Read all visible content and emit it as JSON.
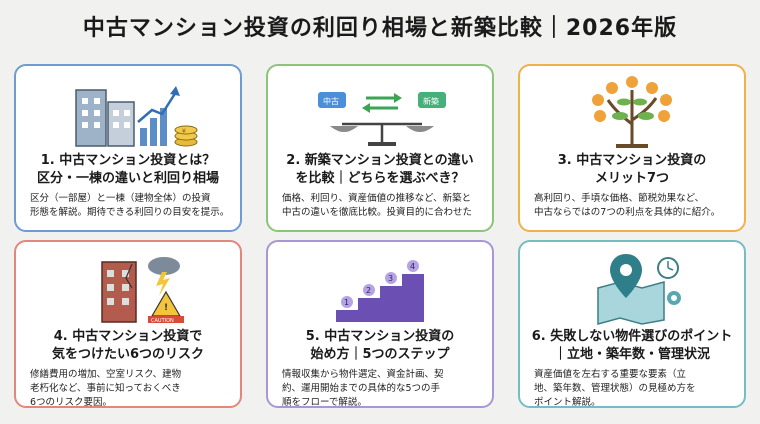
{
  "page": {
    "title": "中古マンション投資の利回り相場と新築比較｜2026年版"
  },
  "cards": [
    {
      "title_line1": "1. 中古マンション投資とは？",
      "title_line2": "区分・一棟の違いと利回り相場",
      "desc_line1": "区分（一部屋）と一棟（建物全体）の投資",
      "desc_line2": "形態を解説。期待できる利回りの目安を提示。",
      "accent": "#6e9bd1"
    },
    {
      "title_line1": "2. 新築マンション投資との違い",
      "title_line2": "を比較｜どちらを選ぶべき？",
      "desc_line1": "価格、利回り、資産価値の推移など、新築と",
      "desc_line2": "中古の違いを徹底比較。投資目的に合わせた",
      "tag_left": "中古",
      "tag_right": "新築",
      "accent": "#8cc57a"
    },
    {
      "title_line1": "3. 中古マンション投資の",
      "title_line2": "メリット7つ",
      "desc_line1": "高利回り、手頃な価格、節税効果など、",
      "desc_line2": "中古ならではの7つの利点を具体的に紹介。",
      "accent": "#f0b04a"
    },
    {
      "title_line1": "4. 中古マンション投資で",
      "title_line2": "気をつけたい6つのリスク",
      "desc_line1": "修繕費用の増加、空室リスク、建物",
      "desc_line2": "老朽化など、事前に知っておくべき",
      "desc_line3": "6つのリスク要因。",
      "sign": "CAUTION",
      "accent": "#e3867b"
    },
    {
      "title_line1": "5. 中古マンション投資の",
      "title_line2": "始め方｜5つのステップ",
      "desc_line1": "情報収集から物件選定、資金計画、契",
      "desc_line2": "約、運用開始までの具体的な5つの手",
      "desc_line3": "順をフローで解説。",
      "steps": [
        "1",
        "2",
        "3",
        "4"
      ],
      "accent": "#a896d6"
    },
    {
      "title_line1": "6. 失敗しない物件選びのポイント",
      "title_line2": "｜立地・築年数・管理状況",
      "desc_line1": "資産価値を左右する重要な要素（立",
      "desc_line2": "地、築年数、管理状態）の見極め方を",
      "desc_line3": "ポイント解説。",
      "accent": "#76bcc4"
    }
  ]
}
